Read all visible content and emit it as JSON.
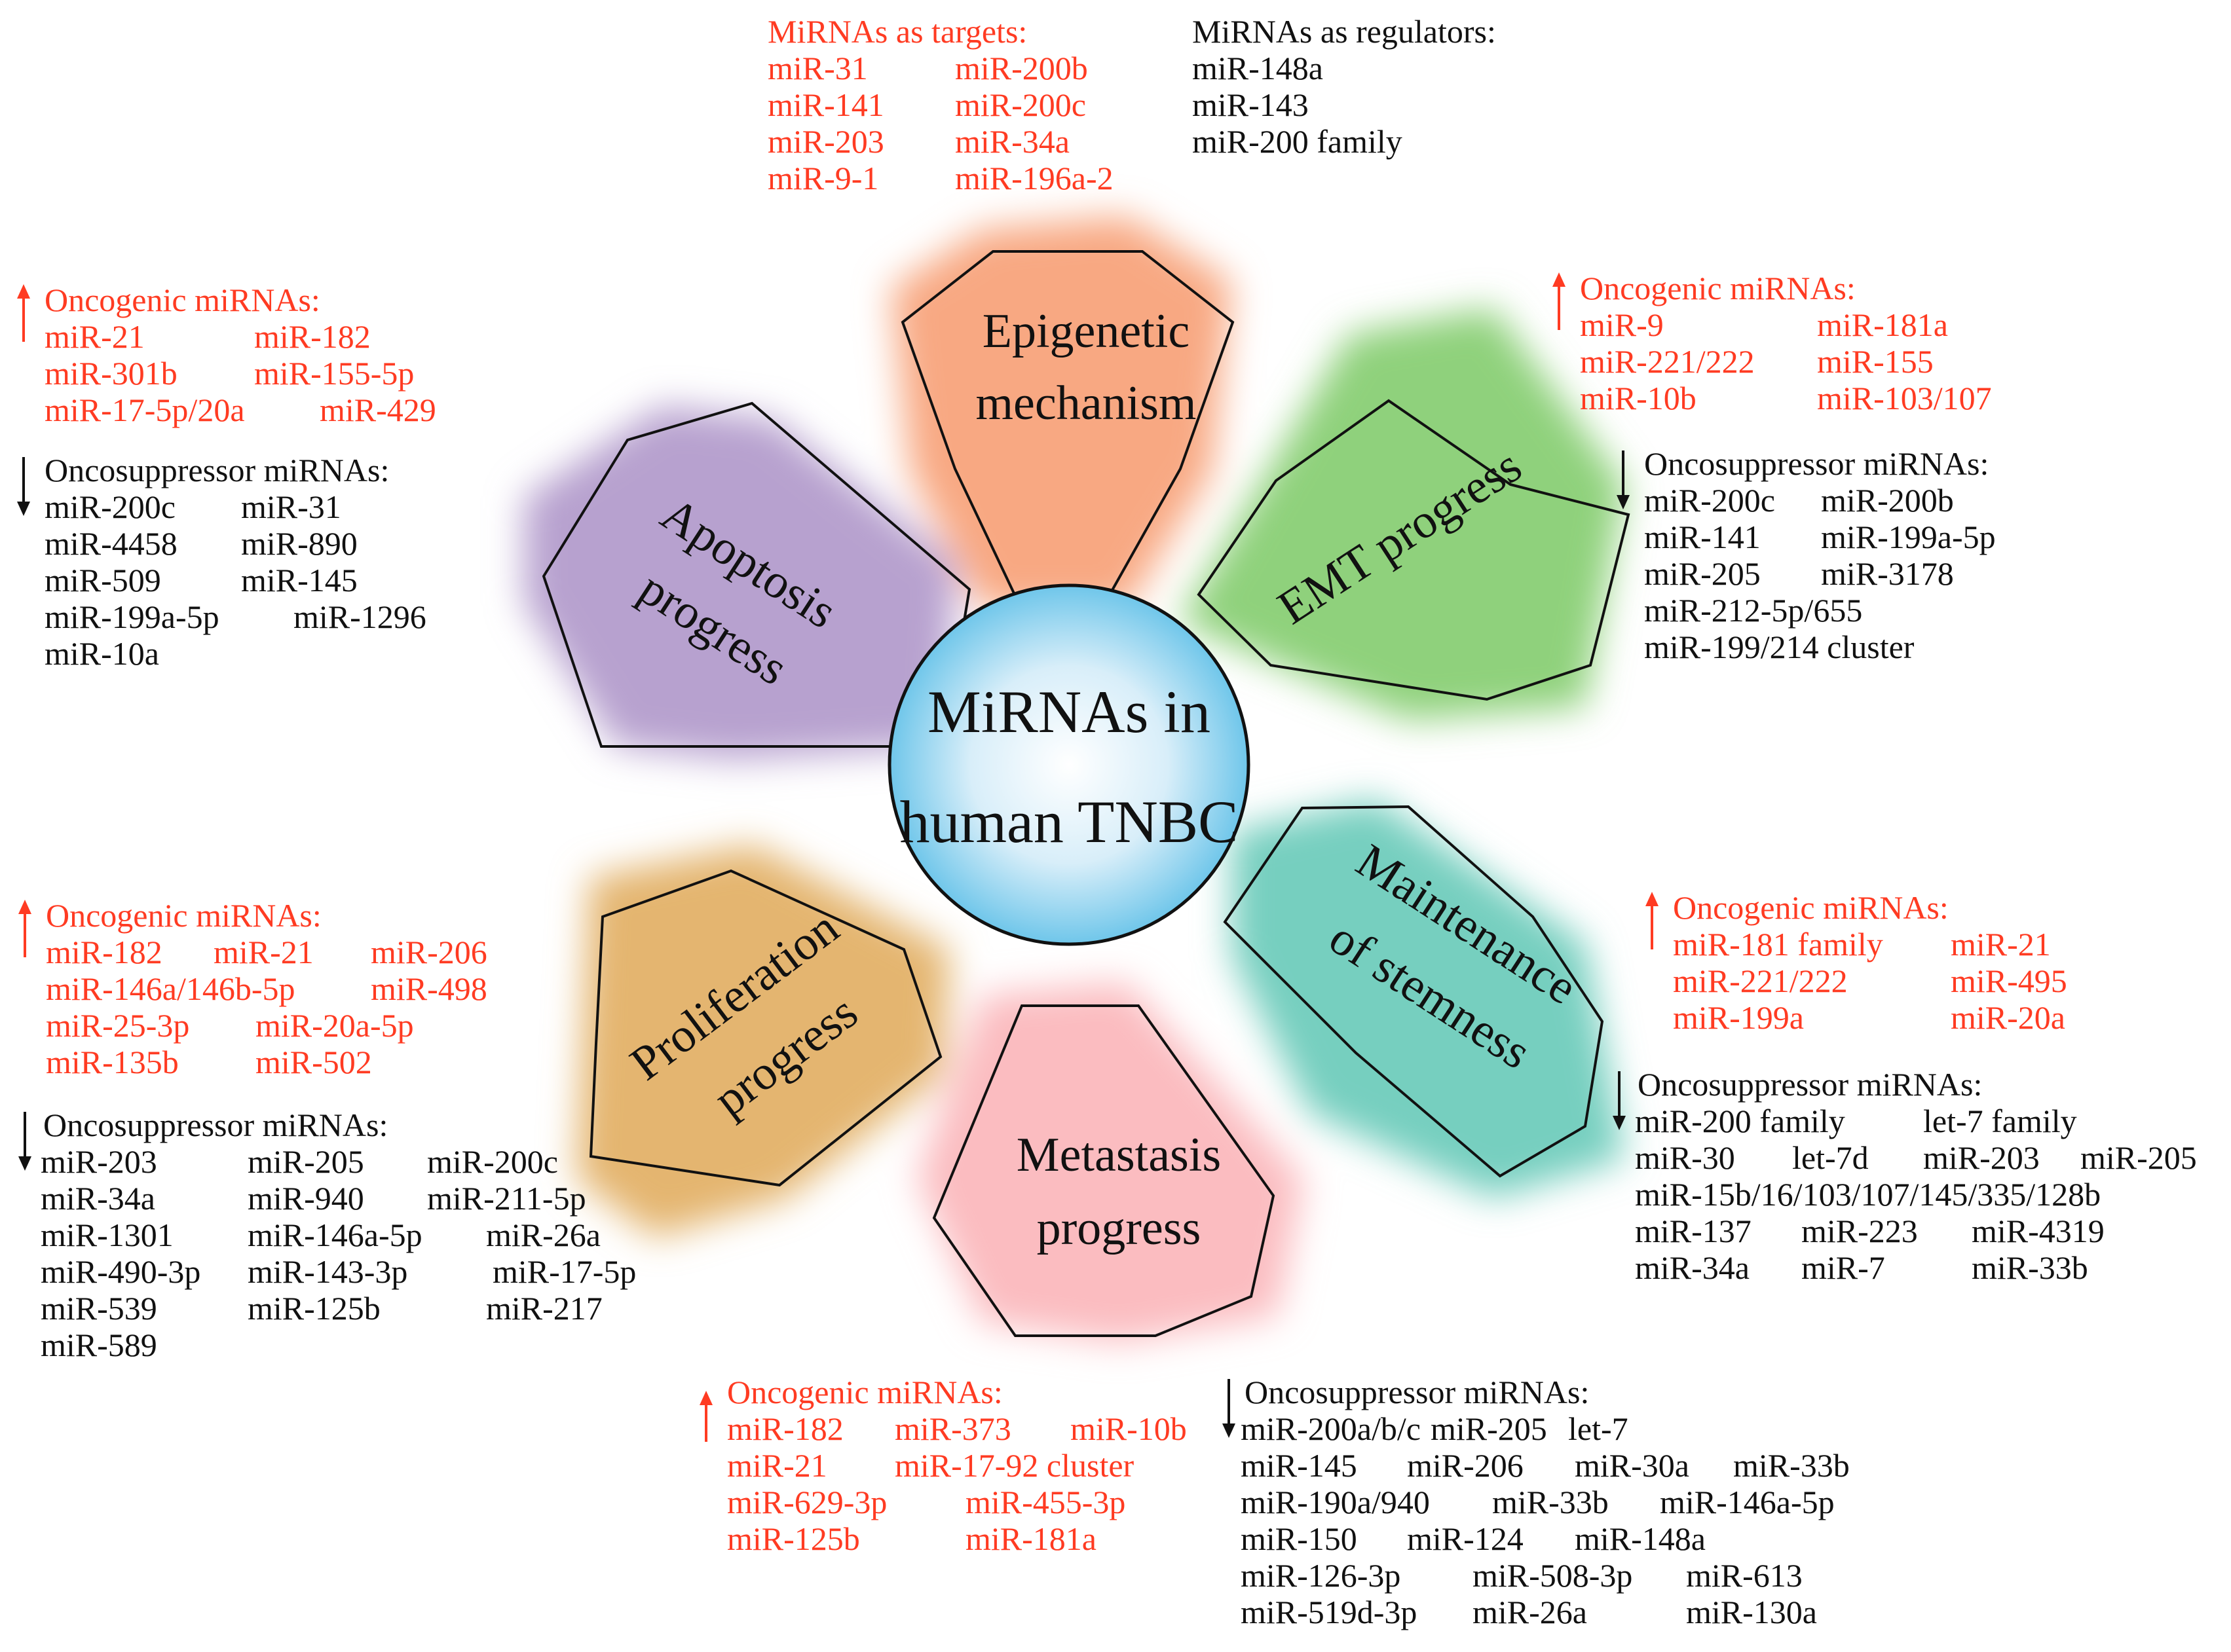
{
  "center": {
    "line1": "MiRNAs in",
    "line2": "human TNBC"
  },
  "petals": {
    "epigenetic": {
      "line1": "Epigenetic",
      "line2": "mechanism"
    },
    "emt": {
      "line1": "EMT progress"
    },
    "stemness": {
      "line1": "Maintenance",
      "line2": "of stemness"
    },
    "metastasis": {
      "line1": "Metastasis",
      "line2": "progress"
    },
    "proliferation": {
      "line1": "Proliferation",
      "line2": "progress"
    },
    "apoptosis": {
      "line1": "Apoptosis",
      "line2": "progress"
    }
  },
  "lists": {
    "epigenetic_targets": {
      "title": "MiRNAs as targets:",
      "col1": [
        "miR-31",
        "miR-141",
        "miR-203",
        "miR-9-1"
      ],
      "col2": [
        "miR-200b",
        "miR-200c",
        "miR-34a",
        "miR-196a-2"
      ]
    },
    "epigenetic_regulators": {
      "title": "MiRNAs as regulators:",
      "col1": [
        "miR-148a",
        "miR-143",
        "miR-200 family"
      ]
    },
    "apoptosis_onco": {
      "title": "Oncogenic miRNAs:",
      "rows": [
        [
          "miR-21",
          "miR-182"
        ],
        [
          "miR-301b",
          "miR-155-5p"
        ],
        [
          "miR-17-5p/20a",
          "miR-429"
        ]
      ]
    },
    "apoptosis_supp": {
      "title": "Oncosuppressor miRNAs:",
      "rows": [
        [
          "miR-200c",
          "miR-31"
        ],
        [
          "miR-4458",
          "miR-890"
        ],
        [
          "miR-509",
          "miR-145"
        ],
        [
          "miR-199a-5p",
          "miR-1296"
        ],
        [
          "miR-10a"
        ]
      ]
    },
    "emt_onco": {
      "title": "Oncogenic miRNAs:",
      "rows": [
        [
          "miR-9",
          "miR-181a"
        ],
        [
          "miR-221/222",
          "miR-155"
        ],
        [
          "miR-10b",
          "miR-103/107"
        ]
      ]
    },
    "emt_supp": {
      "title": "Oncosuppressor miRNAs:",
      "rows": [
        [
          "miR-200c",
          "miR-200b"
        ],
        [
          "miR-141",
          "miR-199a-5p"
        ],
        [
          "miR-205",
          "miR-3178"
        ],
        [
          "miR-212-5p/655"
        ],
        [
          "miR-199/214 cluster"
        ]
      ]
    },
    "prolif_onco": {
      "title": "Oncogenic miRNAs:",
      "rows": [
        [
          "miR-182",
          "miR-21",
          "miR-206"
        ],
        [
          "miR-146a/146b-5p",
          "miR-498"
        ],
        [
          "miR-25-3p",
          "miR-20a-5p"
        ],
        [
          "miR-135b",
          "miR-502"
        ]
      ]
    },
    "prolif_supp": {
      "title": "Oncosuppressor miRNAs:",
      "rows": [
        [
          "miR-203",
          "miR-205",
          "miR-200c"
        ],
        [
          "miR-34a",
          "miR-940",
          "miR-211-5p"
        ],
        [
          "miR-1301",
          "miR-146a-5p",
          "miR-26a"
        ],
        [
          "miR-490-3p",
          "miR-143-3p",
          "miR-17-5p"
        ],
        [
          "miR-539",
          "miR-125b",
          "miR-217"
        ],
        [
          "miR-589"
        ]
      ]
    },
    "stem_onco": {
      "title": "Oncogenic miRNAs:",
      "rows": [
        [
          "miR-181 family",
          "miR-21"
        ],
        [
          "miR-221/222",
          "miR-495"
        ],
        [
          "miR-199a",
          "miR-20a"
        ]
      ]
    },
    "stem_supp": {
      "title": "Oncosuppressor miRNAs:",
      "rows": [
        [
          "miR-200 family",
          "let-7 family"
        ],
        [
          "miR-30",
          "let-7d",
          "miR-203",
          "miR-205"
        ],
        [
          "miR-15b/16/103/107/145/335/128b"
        ],
        [
          "miR-137",
          "miR-223",
          "miR-4319"
        ],
        [
          "miR-34a",
          "miR-7",
          "miR-33b"
        ]
      ]
    },
    "meta_onco": {
      "title": "Oncogenic miRNAs:",
      "rows": [
        [
          "miR-182",
          "miR-373",
          "miR-10b"
        ],
        [
          "miR-21",
          "miR-17-92 cluster"
        ],
        [
          "miR-629-3p",
          "miR-455-3p"
        ],
        [
          "miR-125b",
          "miR-181a"
        ]
      ]
    },
    "meta_supp": {
      "title": "Oncosuppressor miRNAs:",
      "rows": [
        [
          "miR-200a/b/c",
          "miR-205",
          "let-7"
        ],
        [
          "miR-145",
          "miR-206",
          "miR-30a",
          "miR-33b"
        ],
        [
          "miR-190a/940",
          "miR-33b",
          "miR-146a-5p"
        ],
        [
          "miR-150",
          "miR-124",
          "miR-148a"
        ],
        [
          "miR-126-3p",
          "miR-508-3p",
          "miR-613"
        ],
        [
          "miR-519d-3p",
          "miR-26a",
          "miR-130a"
        ]
      ]
    }
  },
  "colors": {
    "oncogenic": "#ff3b22",
    "suppressor": "#111111",
    "epigenetic": "#f8a882",
    "emt": "#8fd17c",
    "stemness": "#76cfbf",
    "metastasis": "#fbbcc0",
    "proliferation": "#e4b56f",
    "apoptosis": "#b7a1cf"
  }
}
